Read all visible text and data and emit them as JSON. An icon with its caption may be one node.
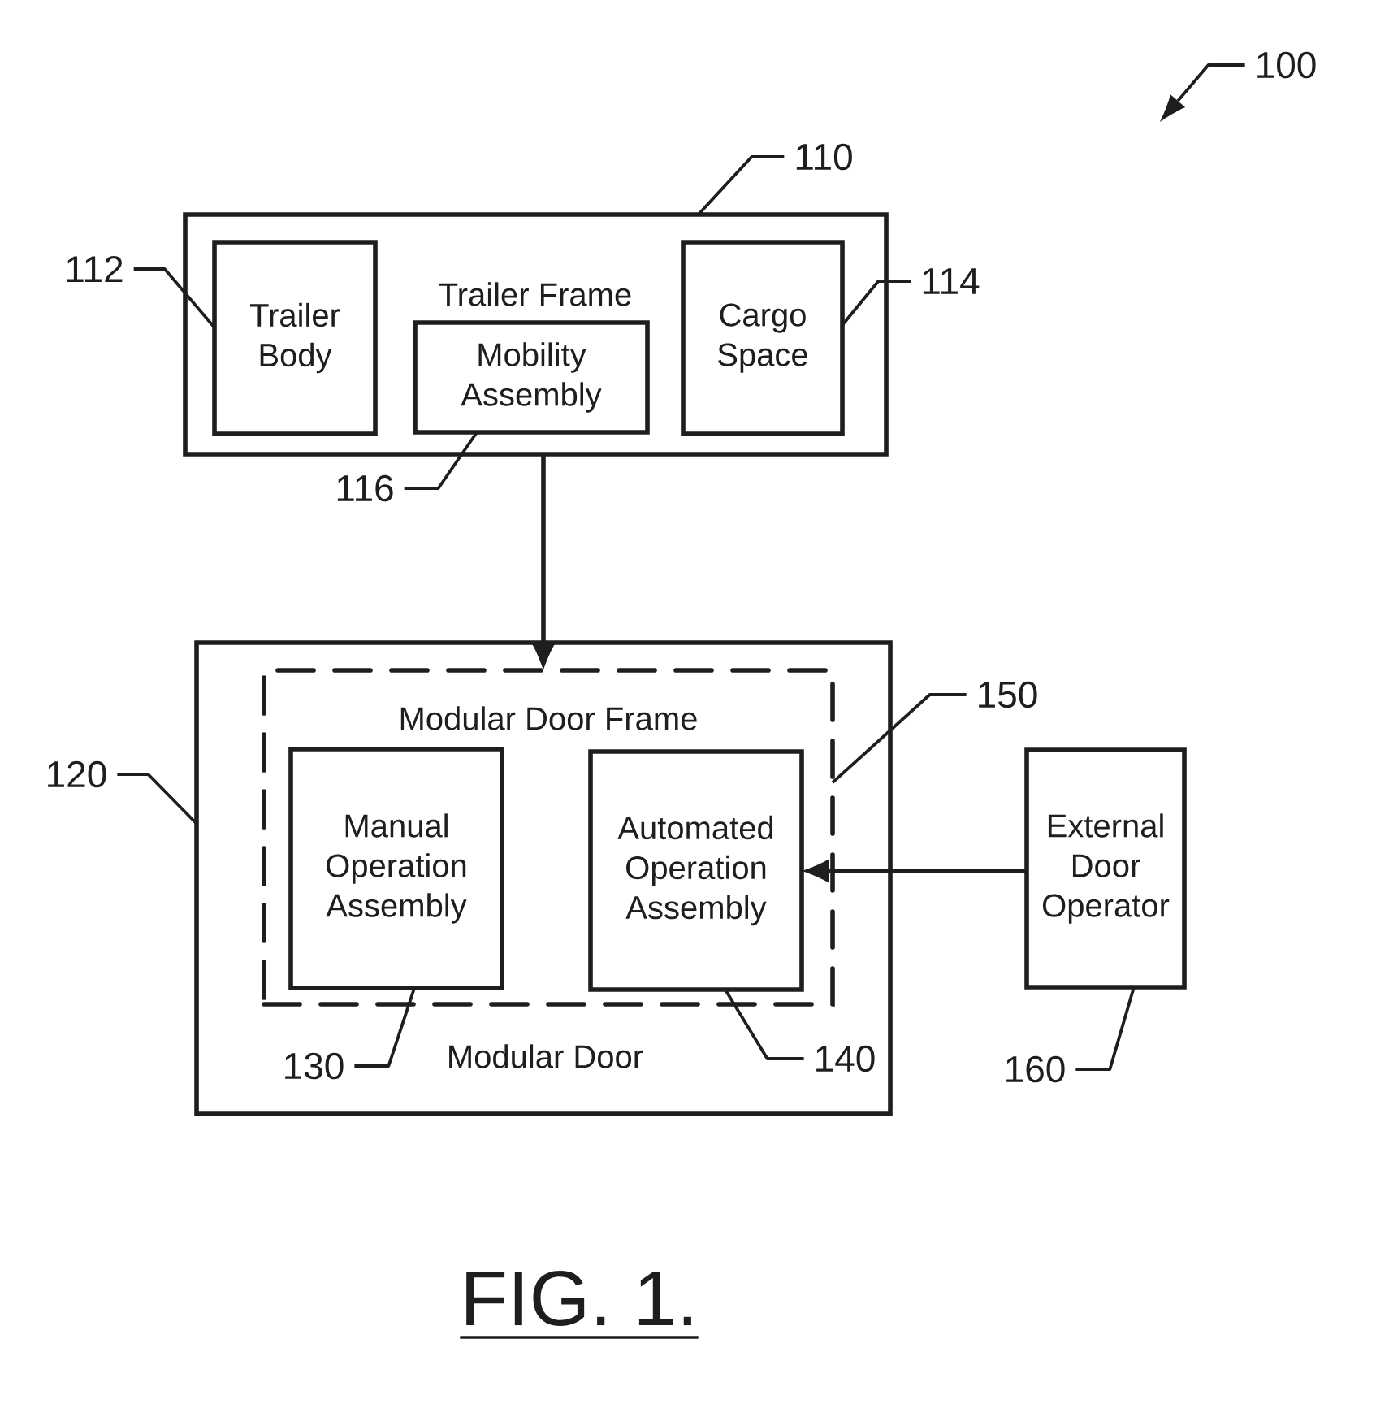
{
  "diagram": {
    "caption": "FIG. 1.",
    "nodes": [
      {
        "text": [
          "Trailer Frame"
        ]
      },
      {
        "text": [
          "Trailer Body"
        ],
        "in": 0
      },
      {
        "text": [
          "Mobility Assembly"
        ],
        "in": 0
      },
      {
        "text": [
          "Cargo Space"
        ],
        "in": 0
      },
      {
        "text": [
          "Modular Door"
        ]
      },
      {
        "text": [
          "Modular Door Frame"
        ],
        "in": 4
      },
      {
        "text": [
          "Manual Operation Assembly"
        ],
        "in": 5
      },
      {
        "text": [
          "Automated Operation Assembly"
        ],
        "in": 5
      },
      {
        "text": [
          "External Door Operator"
        ]
      },
      {
        "text": [
          "100"
        ]
      },
      {
        "text": [
          "110"
        ]
      },
      {
        "text": [
          "112"
        ]
      },
      {
        "text": [
          "114"
        ]
      },
      {
        "text": [
          "116"
        ]
      },
      {
        "text": [
          "120"
        ]
      },
      {
        "text": [
          "130"
        ],
        "in": 4
      },
      {
        "text": [
          "140"
        ],
        "in": 4
      },
      {
        "text": [
          "150"
        ]
      },
      {
        "text": [
          "160"
        ]
      }
    ],
    "edges": [
      {
        "from": 0,
        "to": 5,
        "arrow": "to"
      },
      {
        "from": 8,
        "to": 7,
        "arrow": "to"
      },
      {
        "from": 9,
        "to": null,
        "arrow": "to"
      },
      {
        "from": 10,
        "to": 0,
        "arrow": "none"
      },
      {
        "from": 11,
        "to": 1,
        "arrow": "none"
      },
      {
        "from": 12,
        "to": 3,
        "arrow": "none"
      },
      {
        "from": 13,
        "to": 2,
        "arrow": "none"
      },
      {
        "from": 14,
        "to": 4,
        "arrow": "none"
      },
      {
        "from": 15,
        "to": 6,
        "arrow": "none"
      },
      {
        "from": 16,
        "to": 7,
        "arrow": "none"
      },
      {
        "from": 17,
        "to": 5,
        "arrow": "none"
      },
      {
        "from": 18,
        "to": 8,
        "arrow": "none"
      }
    ]
  }
}
